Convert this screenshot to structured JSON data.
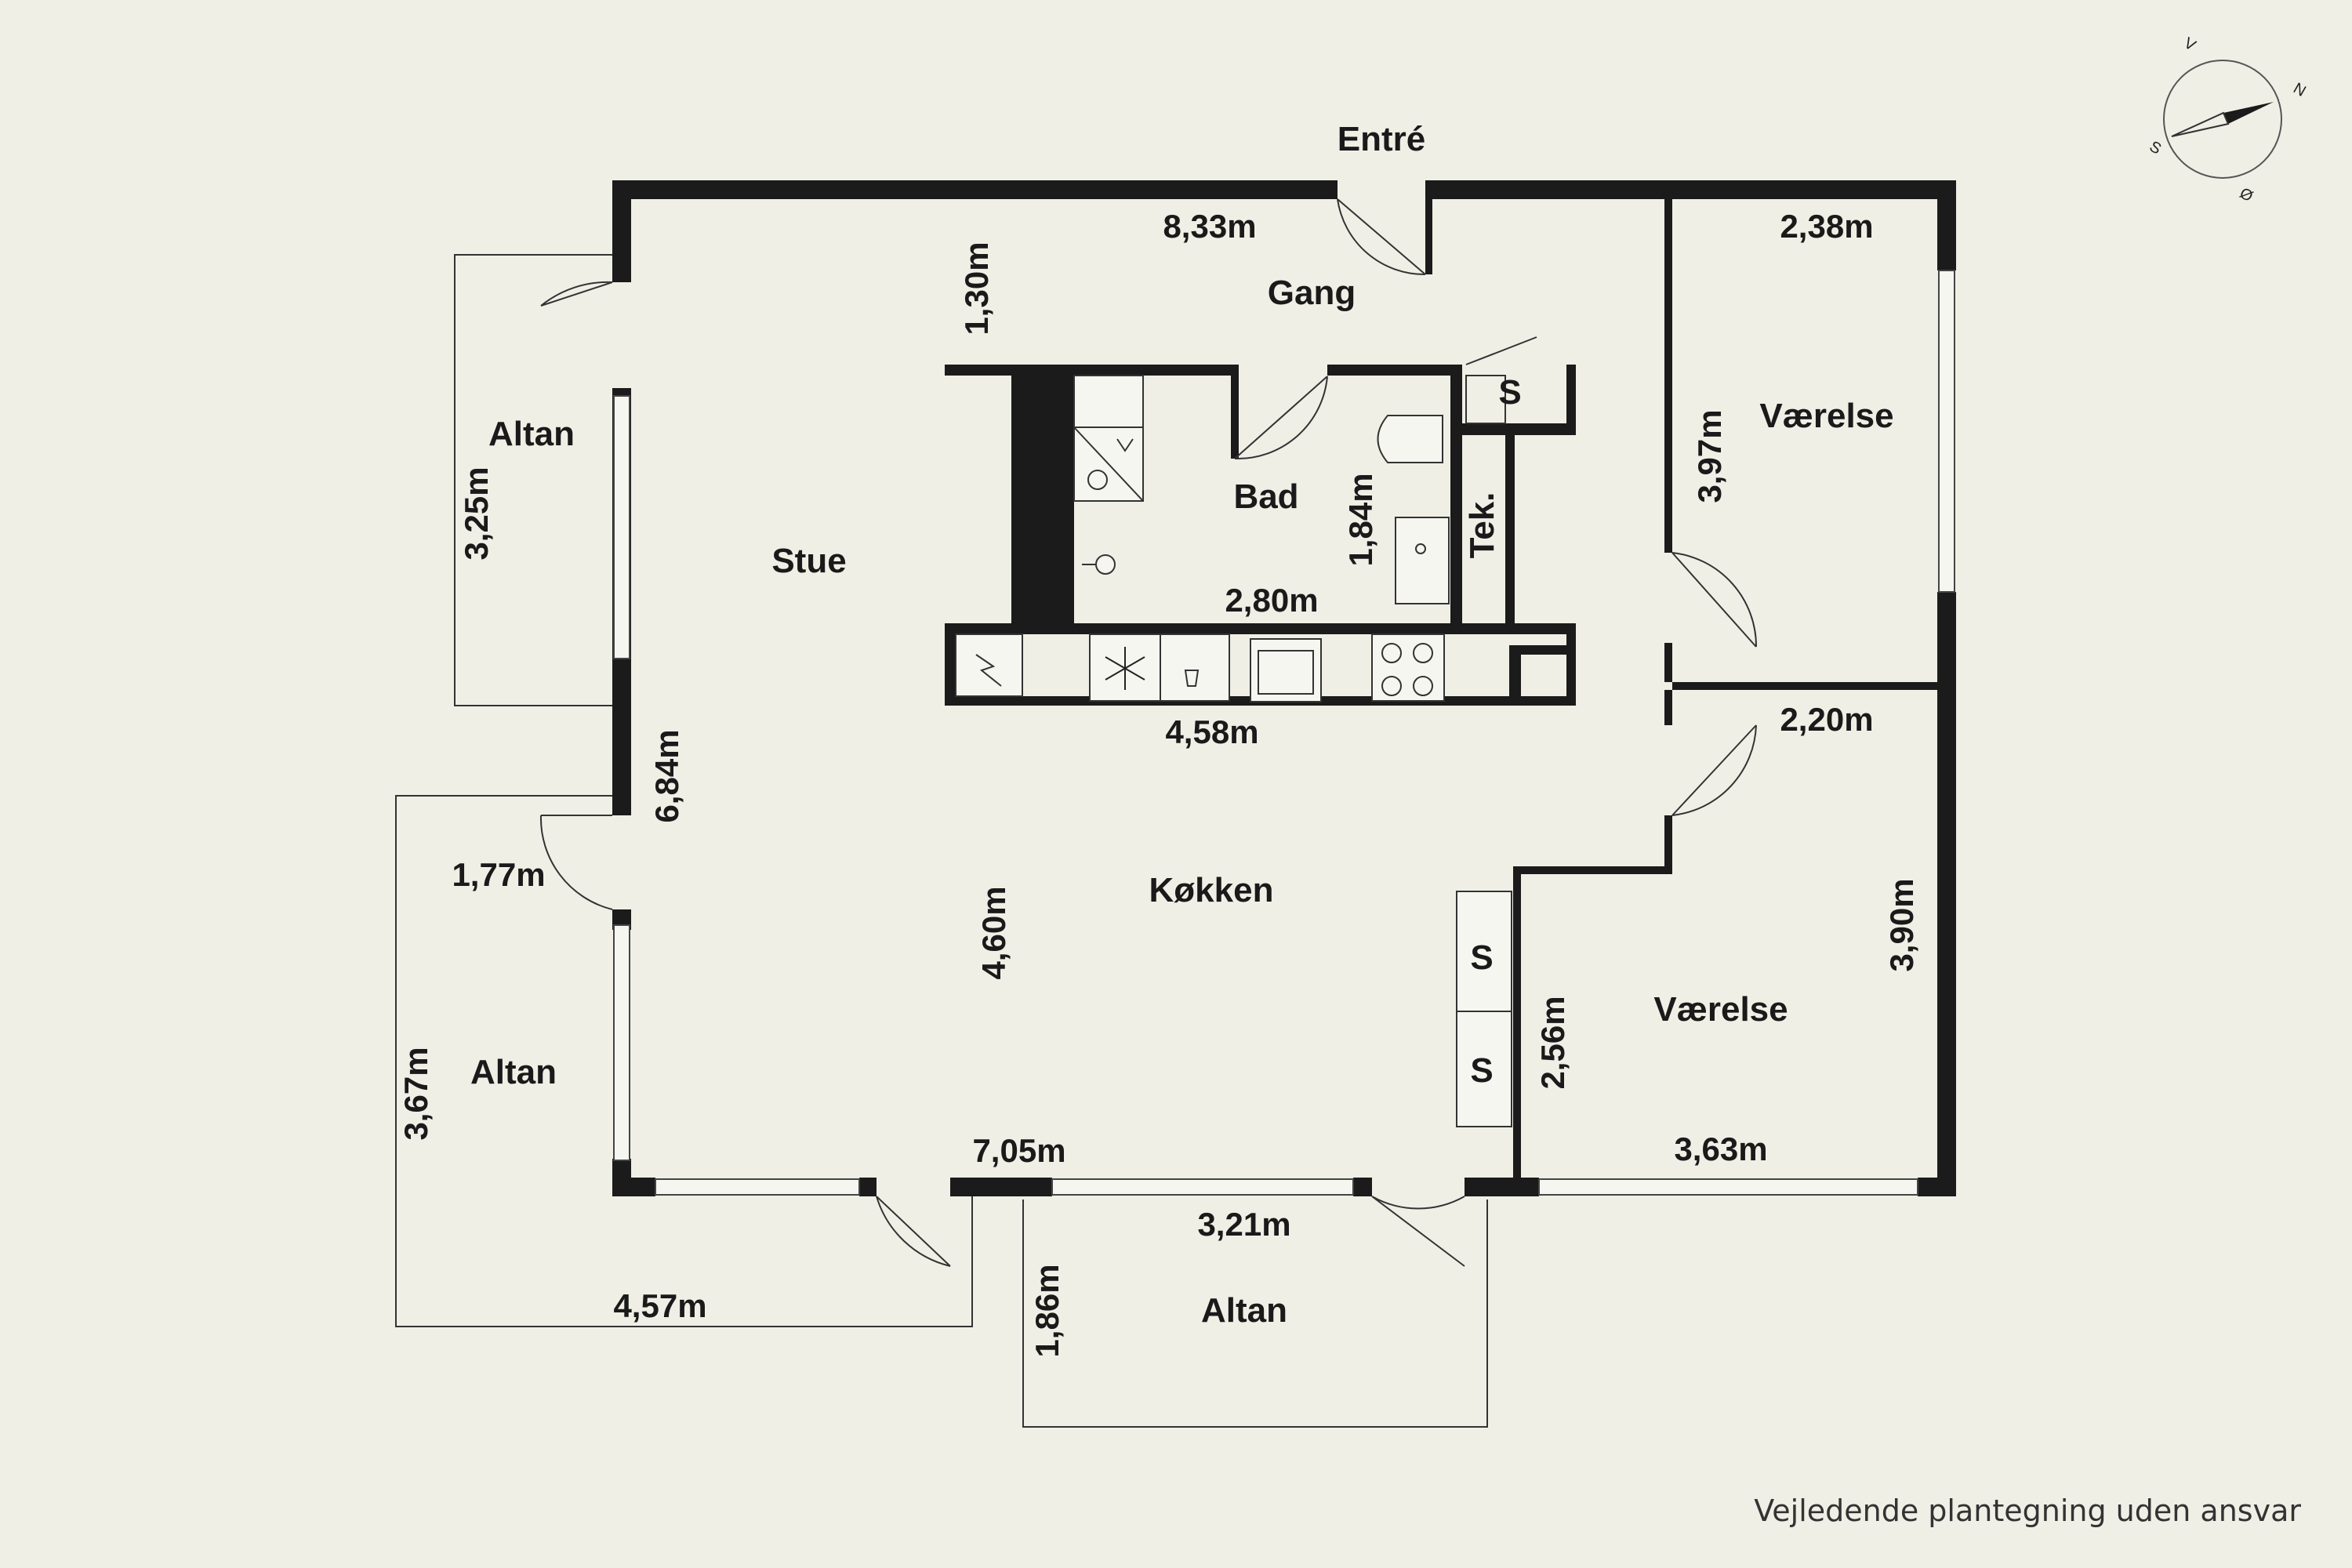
{
  "rooms": {
    "entre": "Entré",
    "gang": "Gang",
    "stue": "Stue",
    "bad": "Bad",
    "tek": "Tek.",
    "koekken": "Køkken",
    "vaerelse_top": "Værelse",
    "vaerelse_bottom": "Værelse",
    "altan_top": "Altan",
    "altan_left": "Altan",
    "altan_bottom": "Altan",
    "closet_hall": "S",
    "closet_1": "S",
    "closet_2": "S"
  },
  "dimensions": {
    "d833": "8,33m",
    "d130": "1,30m",
    "d238": "2,38m",
    "d397": "3,97m",
    "d325": "3,25m",
    "d184": "1,84m",
    "d280": "2,80m",
    "d458": "4,58m",
    "d220": "2,20m",
    "d684": "6,84m",
    "d177": "1,77m",
    "d460": "4,60m",
    "d390": "3,90m",
    "d256": "2,56m",
    "d367": "3,67m",
    "d705": "7,05m",
    "d363": "3,63m",
    "d321": "3,21m",
    "d457": "4,57m",
    "d186": "1,86m"
  },
  "compass": {
    "n": "N",
    "s": "S",
    "v": "V",
    "o": "Ø"
  },
  "disclaimer": "Vejledende plantegning uden ansvar",
  "colors": {
    "wall": "#1b1b1b",
    "background": "#f0efe6",
    "floor": "#f0efe6"
  }
}
